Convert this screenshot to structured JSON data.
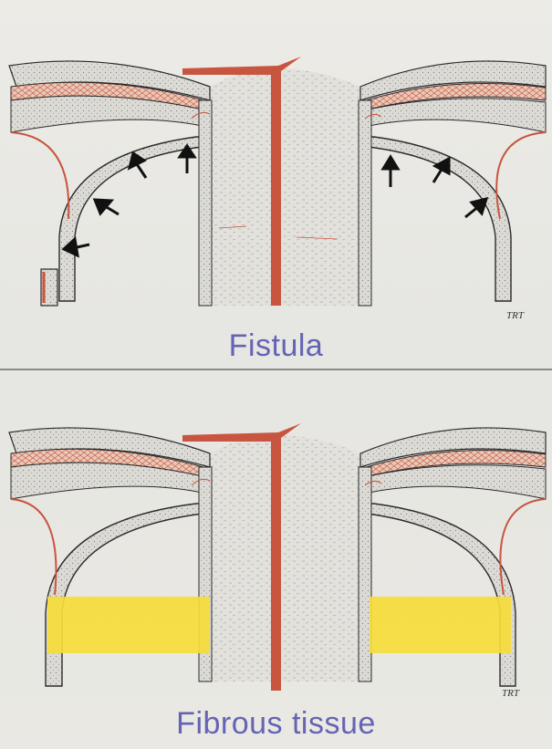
{
  "panels": {
    "top": {
      "caption": "Fistula",
      "initials": "TRT"
    },
    "bottom": {
      "caption": "Fibrous tissue",
      "initials": "TRT"
    }
  },
  "colors": {
    "tissue_fill": "#d9d6d0",
    "vessel": "#c8553f",
    "outline": "#2b2b2b",
    "fibrous_highlight": "#f5dc3a",
    "caption": "#6464b4"
  }
}
